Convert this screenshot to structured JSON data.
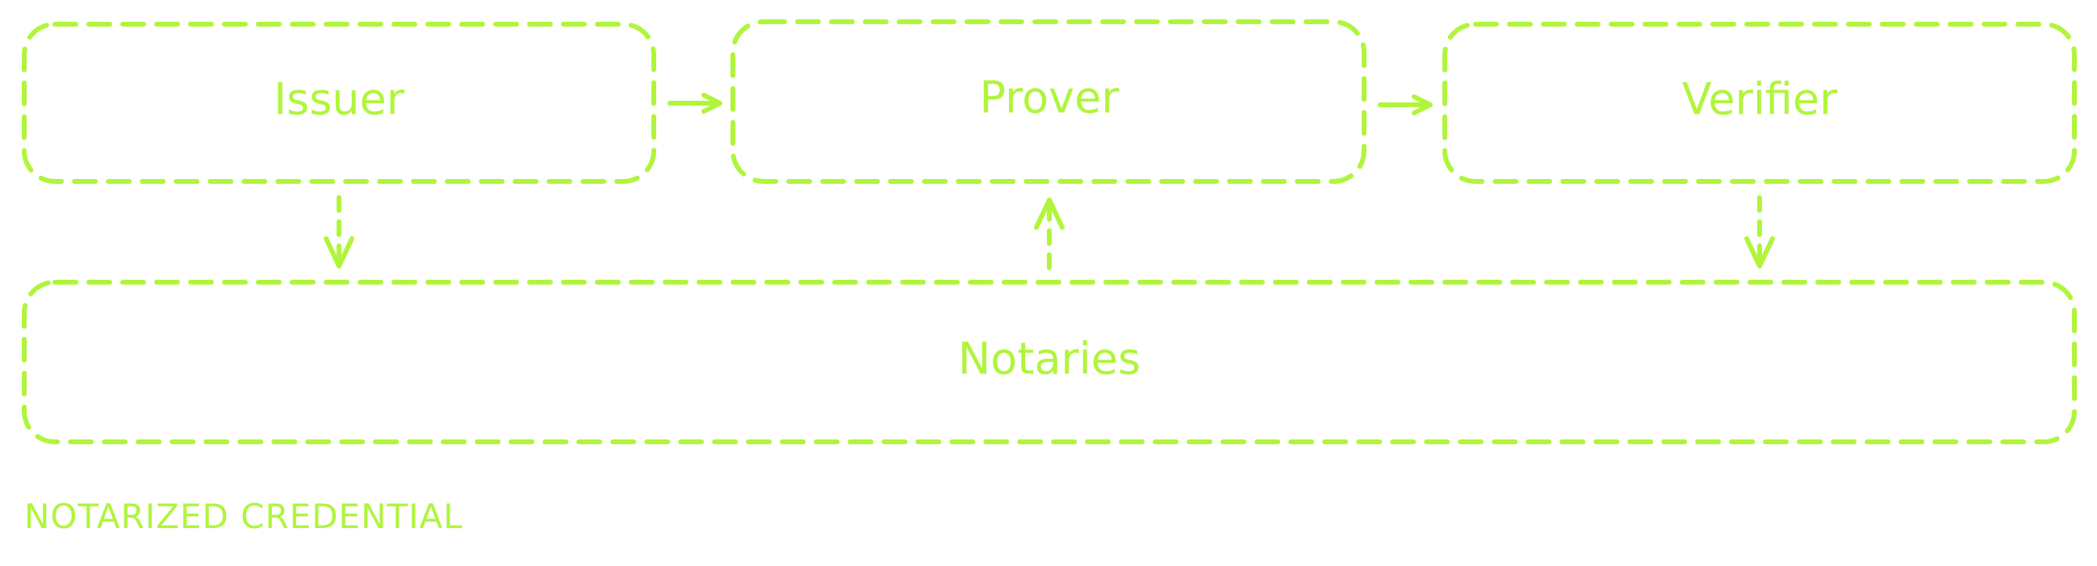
{
  "diagram": {
    "accent_color": "#b0f53c",
    "background_color": "#ffffff",
    "nodes": {
      "issuer": "Issuer",
      "prover": "Prover",
      "verifier": "Verifier",
      "notaries": "Notaries"
    },
    "edges": [
      {
        "from": "Issuer",
        "to": "Prover"
      },
      {
        "from": "Prover",
        "to": "Verifier"
      },
      {
        "from": "Issuer",
        "to": "Notaries"
      },
      {
        "from": "Notaries",
        "to": "Prover"
      },
      {
        "from": "Verifier",
        "to": "Notaries"
      }
    ],
    "caption": "NOTARIZED CREDENTIAL"
  }
}
